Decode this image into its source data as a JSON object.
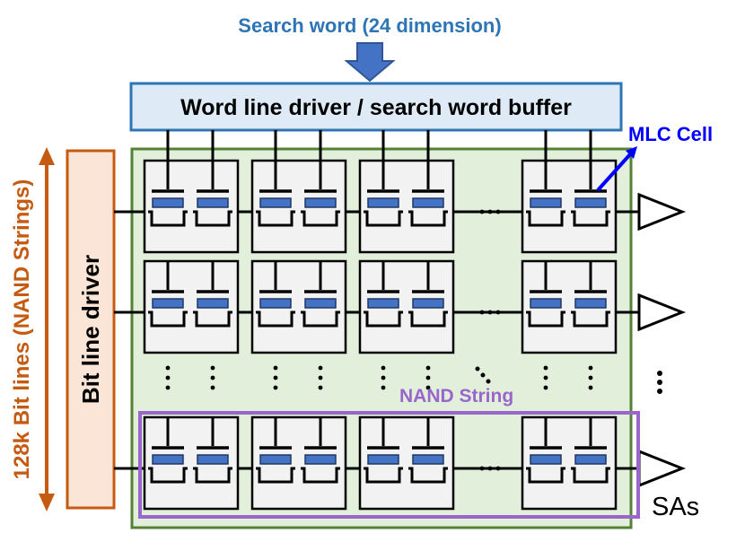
{
  "title": "Search word (24 dimension)",
  "wordline_driver_label": "Word line driver / search word buffer",
  "mlc_label": "MLC Cell",
  "bitline_driver_label": "Bit line driver",
  "bitlines_label": "128k Bit lines (NAND Strings)",
  "nand_string_label": "NAND String",
  "sense_amp_label": "SAs",
  "colors": {
    "title_blue": "#2e75b6",
    "buffer_fill": "#deebf7",
    "buffer_stroke": "#2e75b6",
    "array_fill": "#e2efda",
    "array_stroke": "#548235",
    "driver_fill": "#fbe5d6",
    "driver_stroke": "#c55a11",
    "bitline_orange": "#c55a11",
    "cell_fill": "#f2f2f2",
    "gate_blue": "#4472c4",
    "mlc_arrow": "#0000ff",
    "nand_purple": "#9966cc",
    "wire": "#000000"
  },
  "icons": {
    "down_arrow": "down-arrow-icon",
    "sense_amp": "triangle-icon",
    "ellipsis": "ellipsis-icon"
  }
}
